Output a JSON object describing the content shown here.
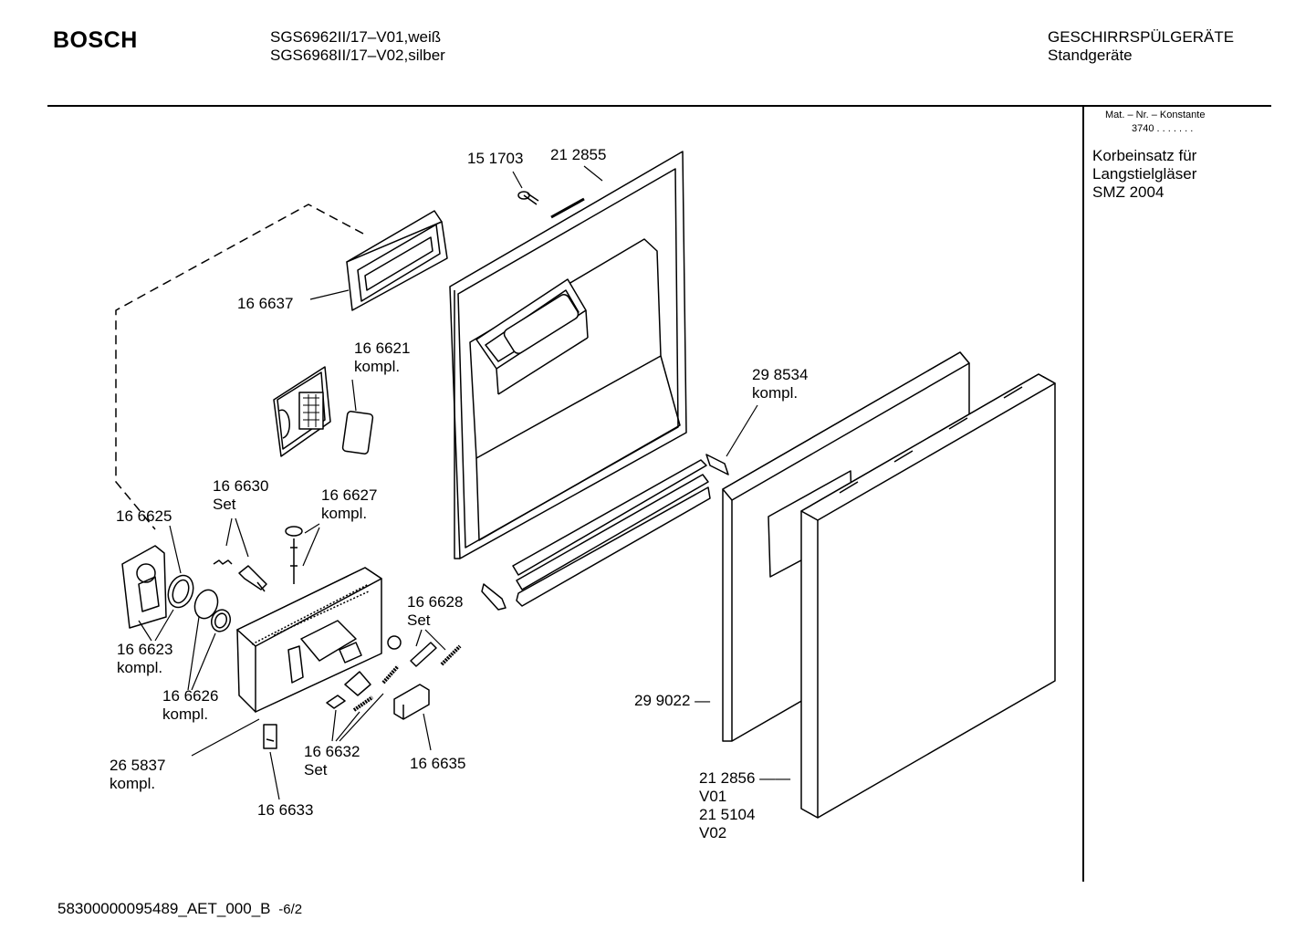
{
  "header": {
    "brand": "BOSCH",
    "model_line1": "SGS6962II/17–V01,weiß",
    "model_line2": "SGS6968II/17–V02,silber",
    "category_line1": "GESCHIRRSPÜLGERÄTE",
    "category_line2": "Standgeräte"
  },
  "sidebar": {
    "mat_label": "Mat. – Nr. – Konstante",
    "mat_value": "3740 . . .  . . . .",
    "note_line1": "Korbeinsatz für",
    "note_line2": "Langstielgläser",
    "note_line3": "SMZ 2004"
  },
  "parts": [
    {
      "id": "151703",
      "lines": [
        "15 1703"
      ]
    },
    {
      "id": "212855",
      "lines": [
        "21 2855"
      ]
    },
    {
      "id": "166637",
      "lines": [
        "16 6637"
      ]
    },
    {
      "id": "166621",
      "lines": [
        "16 6621",
        "kompl."
      ]
    },
    {
      "id": "298534",
      "lines": [
        "29 8534",
        "kompl."
      ]
    },
    {
      "id": "166630",
      "lines": [
        "16 6630",
        "Set"
      ]
    },
    {
      "id": "166627",
      "lines": [
        "16 6627",
        "kompl."
      ]
    },
    {
      "id": "166625",
      "lines": [
        "16 6625"
      ]
    },
    {
      "id": "166628",
      "lines": [
        "16 6628",
        "Set"
      ]
    },
    {
      "id": "166623",
      "lines": [
        "16 6623",
        "kompl."
      ]
    },
    {
      "id": "166626",
      "lines": [
        "16 6626",
        "kompl."
      ]
    },
    {
      "id": "299022",
      "lines": [
        "29 9022 —"
      ]
    },
    {
      "id": "265837",
      "lines": [
        "26 5837",
        "kompl."
      ]
    },
    {
      "id": "166632",
      "lines": [
        "16 6632",
        "Set"
      ]
    },
    {
      "id": "166635",
      "lines": [
        "16 6635"
      ]
    },
    {
      "id": "166633",
      "lines": [
        "16 6633"
      ]
    },
    {
      "id": "212856",
      "lines": [
        "21 2856 ——",
        "V01",
        "21 5104",
        "V02"
      ]
    }
  ],
  "footer": {
    "doc_id": "58300000095489_AET_000_B",
    "page": "-6/2"
  }
}
